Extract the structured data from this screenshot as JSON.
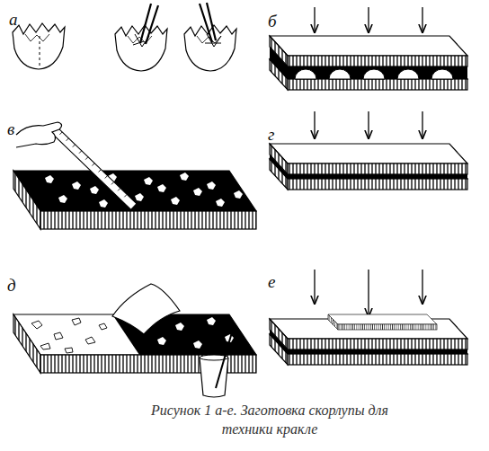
{
  "diagram": {
    "caption": "Рисунок 1 а-е. Заготовка скорлупы для техники кракле",
    "labels": [
      "а",
      "б",
      "в",
      "г",
      "д",
      "е"
    ]
  }
}
